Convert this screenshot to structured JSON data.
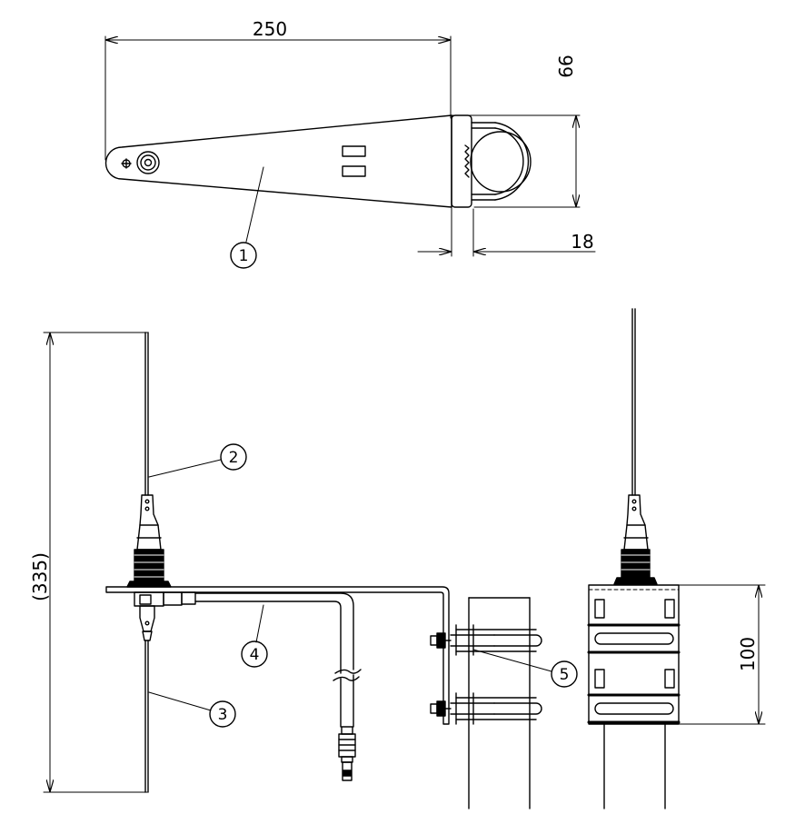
{
  "dimensions": {
    "bracket_length": "250",
    "clamp_height": "66",
    "clamp_offset": "18",
    "overall_height": "(335)",
    "mount_height": "100"
  },
  "callouts": {
    "bracket": "1",
    "upper_element": "2",
    "lower_element": "3",
    "coax_cable": "4",
    "u_bolt": "5"
  },
  "colors": {
    "line": "#000000",
    "background": "#ffffff"
  }
}
